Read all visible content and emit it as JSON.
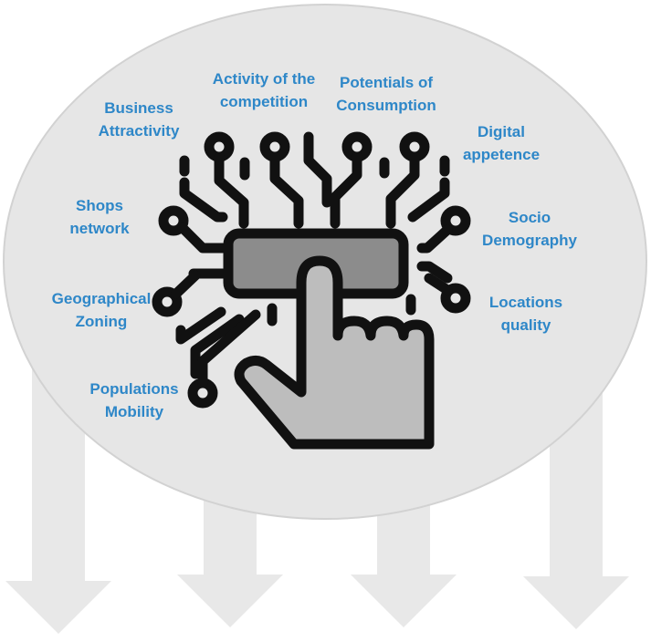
{
  "colors": {
    "label_text": "#2E87C8",
    "ellipse_fill": "#E6E6E6",
    "ellipse_stroke": "#D2D2D2",
    "arrow_fill": "#E8E8E8",
    "icon_stroke": "#111111",
    "button_fill": "#8C8C8C",
    "hand_fill": "#BDBDBD"
  },
  "icon": "touch-circuit-icon",
  "labels": [
    {
      "id": "business-attractivity",
      "line1": "Business",
      "line2": "Attractivity"
    },
    {
      "id": "activity-of-competition",
      "line1": "Activity of the",
      "line2": "competition"
    },
    {
      "id": "potentials-of-consumption",
      "line1": "Potentials of",
      "line2": "Consumption"
    },
    {
      "id": "digital-appetence",
      "line1": "Digital",
      "line2": "appetence"
    },
    {
      "id": "shops-network",
      "line1": "Shops",
      "line2": "network"
    },
    {
      "id": "socio-demography",
      "line1": "Socio",
      "line2": "Demography"
    },
    {
      "id": "geographical-zoning",
      "line1": "Geographical",
      "line2": "Zoning"
    },
    {
      "id": "locations-quality",
      "line1": "Locations",
      "line2": "quality"
    },
    {
      "id": "populations-mobility",
      "line1": "Populations",
      "line2": "Mobility"
    }
  ]
}
